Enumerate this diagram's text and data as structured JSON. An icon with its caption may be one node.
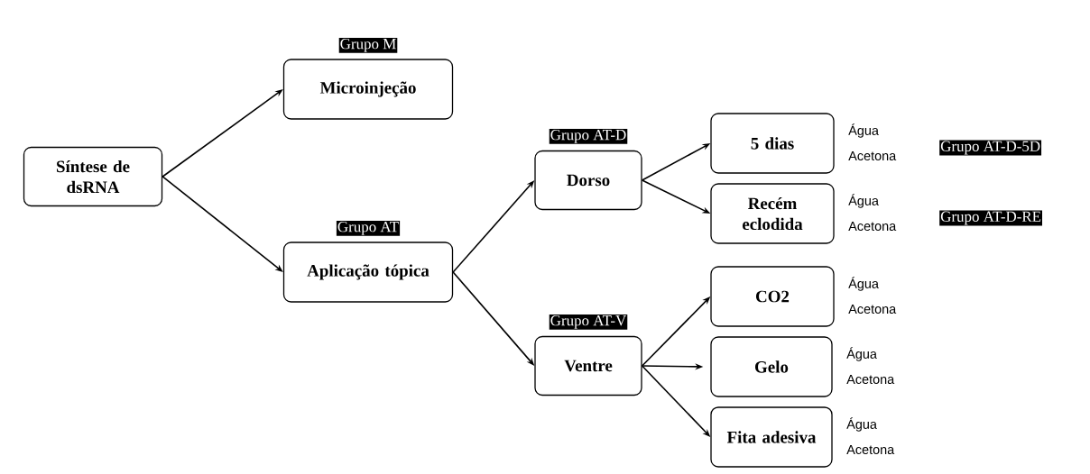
{
  "diagram": {
    "nodes": [
      {
        "text": [
          "Síntese de dsRNA"
        ]
      },
      {
        "text": [
          "Grupo M",
          "Microinjeção"
        ]
      },
      {
        "text": [
          "Grupo AT",
          "Aplicação tópica"
        ]
      },
      {
        "text": [
          "Grupo AT-D",
          "Dorso"
        ]
      },
      {
        "text": [
          "5 dias"
        ],
        "beside": [
          "Água",
          "Acetona",
          "Grupo AT-D-5D"
        ]
      },
      {
        "text": [
          "Recém eclodida"
        ],
        "beside": [
          "Água",
          "Acetona",
          "Grupo AT-D-RE"
        ]
      },
      {
        "text": [
          "Grupo AT-V",
          "Ventre"
        ]
      },
      {
        "text": [
          "CO2"
        ],
        "beside": [
          "Água",
          "Acetona"
        ]
      },
      {
        "text": [
          "Gelo"
        ],
        "beside": [
          "Água",
          "Acetona"
        ]
      },
      {
        "text": [
          "Fita adesiva"
        ],
        "beside": [
          "Água",
          "Acetona"
        ]
      }
    ],
    "edges": [
      {
        "from": 0,
        "to": 1,
        "arrow": "to"
      },
      {
        "from": 0,
        "to": 2,
        "arrow": "to"
      },
      {
        "from": 2,
        "to": 3,
        "arrow": "to"
      },
      {
        "from": 2,
        "to": 6,
        "arrow": "to"
      },
      {
        "from": 3,
        "to": 4,
        "arrow": "to"
      },
      {
        "from": 3,
        "to": 5,
        "arrow": "to"
      },
      {
        "from": 6,
        "to": 7,
        "arrow": "to"
      },
      {
        "from": 6,
        "to": 8,
        "arrow": "to"
      },
      {
        "from": 6,
        "to": 9,
        "arrow": "to"
      }
    ]
  }
}
